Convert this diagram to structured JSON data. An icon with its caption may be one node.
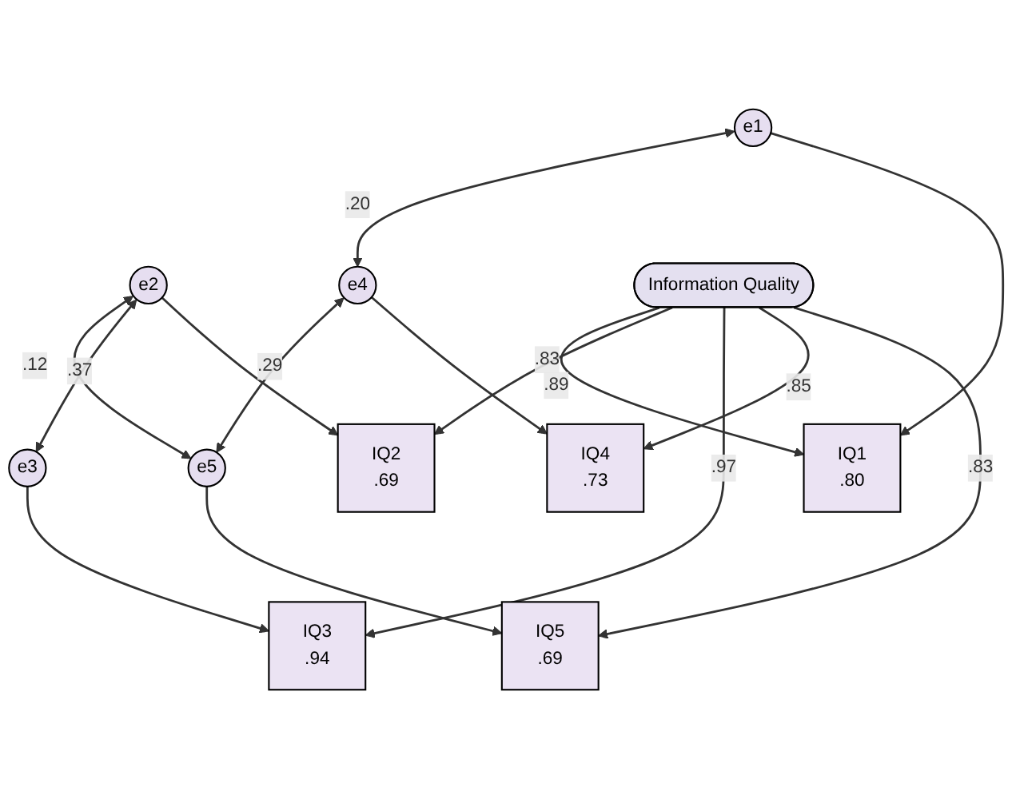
{
  "diagram": {
    "nodes": [
      {
        "text": [
          "e1"
        ]
      },
      {
        "text": [
          "e2"
        ]
      },
      {
        "text": [
          "e3"
        ]
      },
      {
        "text": [
          "e4"
        ]
      },
      {
        "text": [
          "e5"
        ]
      },
      {
        "text": [
          "IQ1",
          ".80"
        ]
      },
      {
        "text": [
          "IQ2",
          ".69"
        ]
      },
      {
        "text": [
          "IQ3",
          ".94"
        ]
      },
      {
        "text": [
          "IQ4",
          ".73"
        ]
      },
      {
        "text": [
          "IQ5",
          ".69"
        ]
      },
      {
        "text": [
          "Information Quality"
        ]
      }
    ],
    "edges": [
      {
        "from": 0,
        "to": 3,
        "arrow": "both",
        "label": ".20"
      },
      {
        "from": 1,
        "to": 4,
        "arrow": "both",
        "label": ".12"
      },
      {
        "from": 1,
        "to": 2,
        "arrow": "both",
        "label": ".37"
      },
      {
        "from": 3,
        "to": 4,
        "arrow": "both",
        "label": ".29"
      },
      {
        "from": 0,
        "to": 5,
        "arrow": "to"
      },
      {
        "from": 1,
        "to": 6,
        "arrow": "to"
      },
      {
        "from": 2,
        "to": 7,
        "arrow": "to"
      },
      {
        "from": 3,
        "to": 8,
        "arrow": "to"
      },
      {
        "from": 4,
        "to": 9,
        "arrow": "to"
      },
      {
        "from": 10,
        "to": 5,
        "arrow": "to",
        "label": ".89"
      },
      {
        "from": 10,
        "to": 6,
        "arrow": "to",
        "label": ".83"
      },
      {
        "from": 10,
        "to": 7,
        "arrow": "to",
        "label": ".97"
      },
      {
        "from": 10,
        "to": 8,
        "arrow": "to",
        "label": ".85"
      },
      {
        "from": 10,
        "to": 9,
        "arrow": "to",
        "label": ".83"
      }
    ]
  }
}
